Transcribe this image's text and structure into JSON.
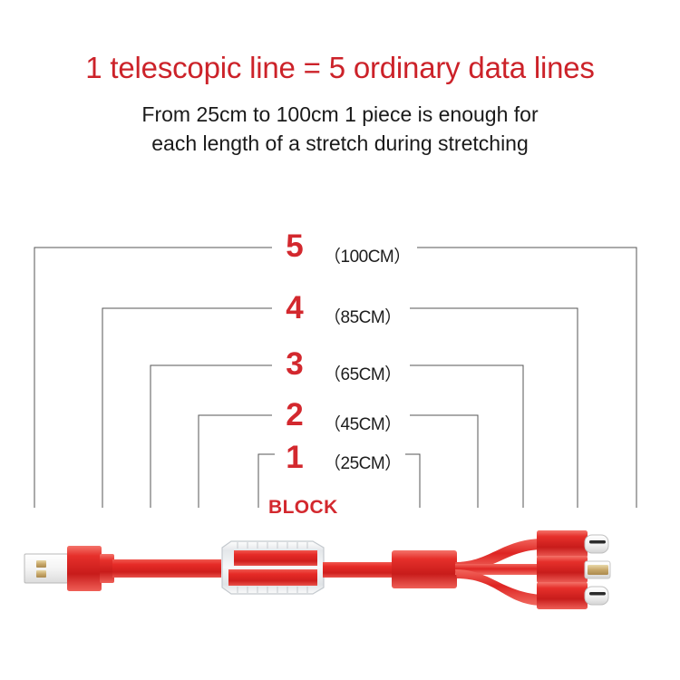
{
  "heading": {
    "title": "1 telescopic line = 5 ordinary data lines",
    "subtitle_line1": "From 25cm to 100cm 1 piece is enough for",
    "subtitle_line2": "each length of a stretch during stretching",
    "title_color": "#cc2229",
    "subtitle_color": "#1a1a1a"
  },
  "diagram": {
    "block_label": "BLOCK",
    "accent_color": "#d3282e",
    "line_color": "#4a4a4a",
    "tiers": [
      {
        "number": "5",
        "length": "（100CM）"
      },
      {
        "number": "4",
        "length": "（85CM）"
      },
      {
        "number": "3",
        "length": "（65CM）"
      },
      {
        "number": "2",
        "length": "（45CM）"
      },
      {
        "number": "1",
        "length": "（25CM）"
      }
    ]
  },
  "product": {
    "cable_color": "#e02a26",
    "usb_a_label": "usb-a-connector",
    "spool_label": "retractable-spool",
    "tips": [
      "usb-c-connector-top",
      "lightning-connector-middle",
      "usb-c-connector-bottom"
    ]
  }
}
